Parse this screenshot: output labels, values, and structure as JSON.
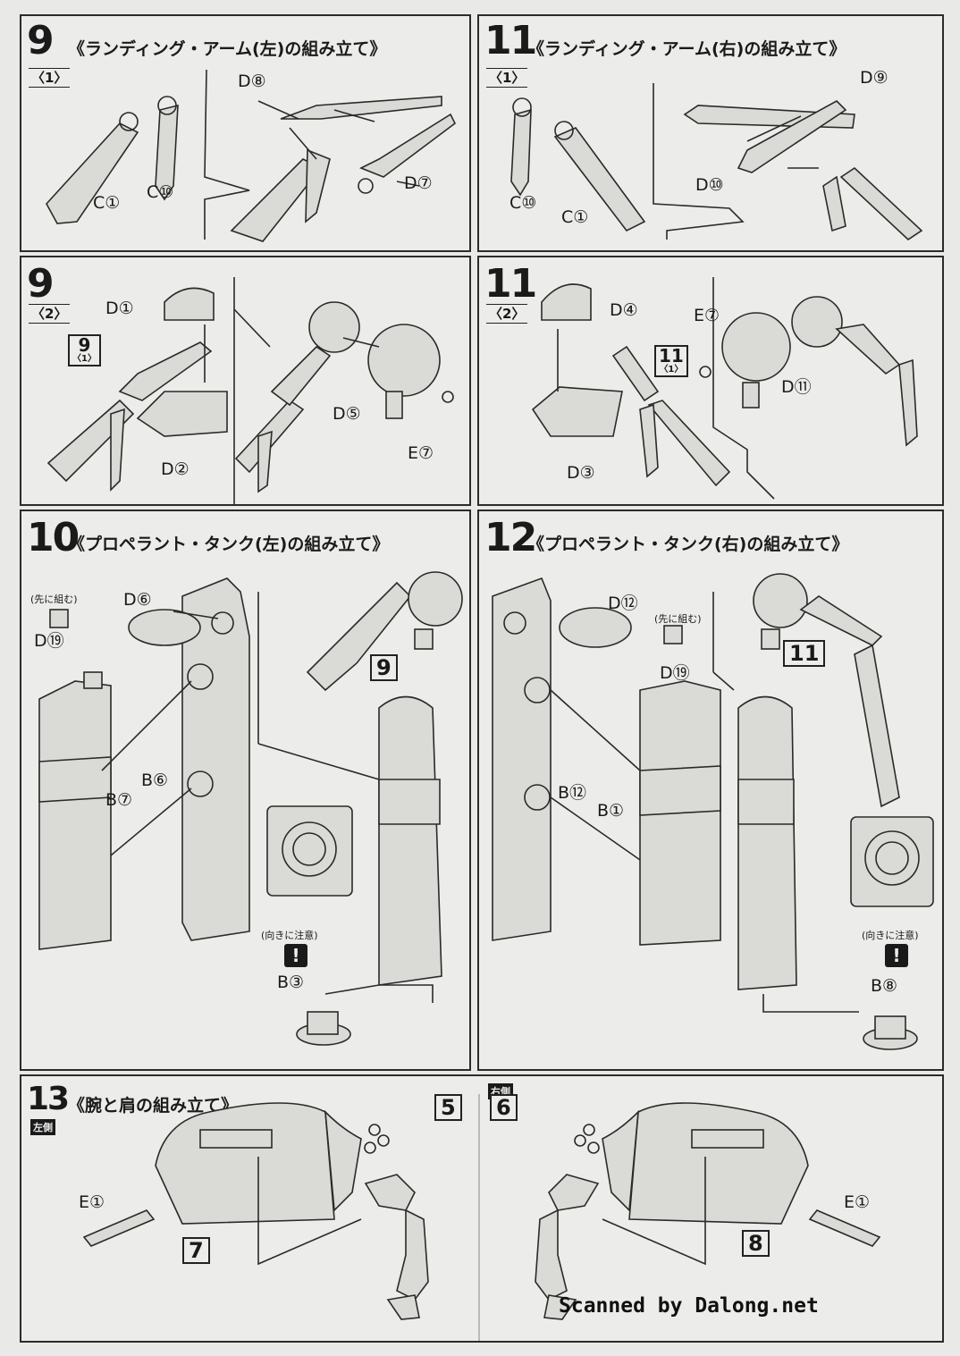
{
  "steps": [
    {
      "number": "9",
      "title": "《ランディング・アーム(左)の組み立て》",
      "sub": "〈1〉",
      "parts": [
        "D⑧",
        "C①",
        "C⑩",
        "D⑦"
      ]
    },
    {
      "number": "11",
      "title": "《ランディング・アーム(右)の組み立て》",
      "sub": "〈1〉",
      "parts": [
        "D⑨",
        "C⑩",
        "C①",
        "D⑩"
      ]
    },
    {
      "number": "9",
      "sub": "〈2〉",
      "ref": "9",
      "ref_sub": "〈1〉",
      "parts": [
        "D①",
        "D②",
        "D⑤",
        "E⑦"
      ]
    },
    {
      "number": "11",
      "sub": "〈2〉",
      "ref": "11",
      "ref_sub": "〈1〉",
      "parts": [
        "D④",
        "D③",
        "E⑦",
        "D⑪"
      ]
    },
    {
      "number": "10",
      "title": "《プロペラント・タンク(左)の組み立て》",
      "parts": [
        "D⑥",
        "D⑲",
        "B⑥",
        "B⑦",
        "B③"
      ],
      "note_first": "(先に組む)",
      "note_orient": "(向きに注意)",
      "ref": "9"
    },
    {
      "number": "12",
      "title": "《プロペラント・タンク(右)の組み立て》",
      "parts": [
        "D⑫",
        "D⑲",
        "B⑫",
        "B①",
        "B⑧"
      ],
      "note_first": "(先に組む)",
      "note_orient": "(向きに注意)",
      "ref": "11"
    },
    {
      "number": "13",
      "title": "《腕と肩の組み立て》",
      "left_label": "左側",
      "right_label": "右側",
      "parts": [
        "E①",
        "E①"
      ],
      "refs": [
        "7",
        "5",
        "6",
        "8"
      ]
    }
  ],
  "credit": "Scanned by Dalong.net"
}
